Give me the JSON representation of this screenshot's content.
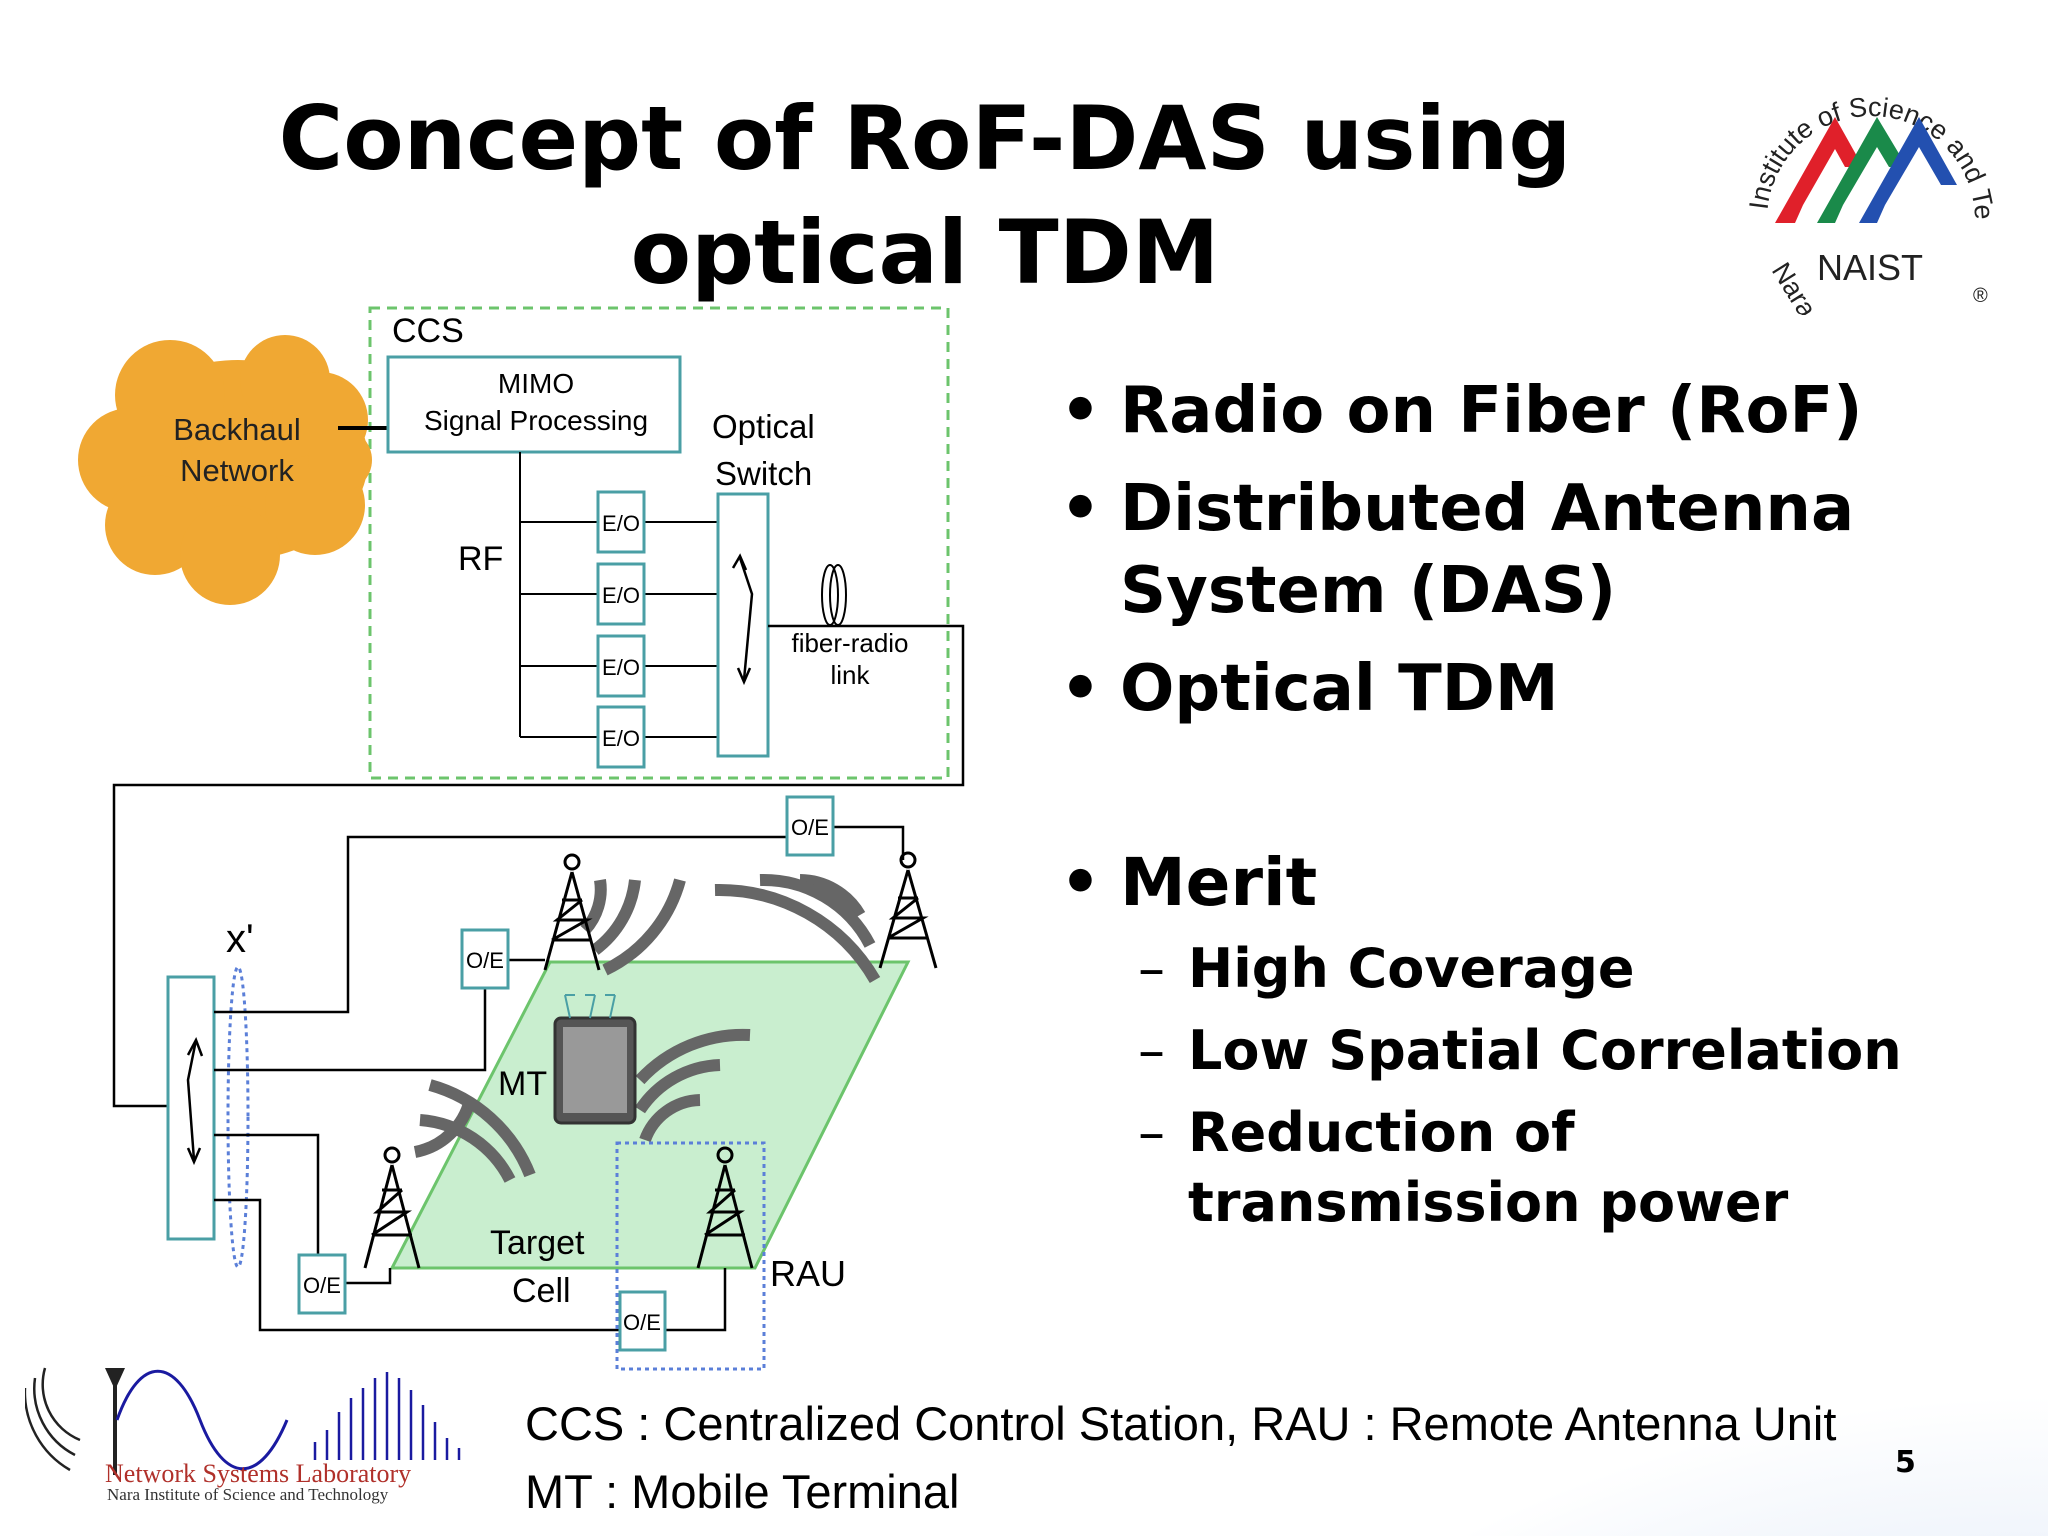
{
  "slide": {
    "title_line1": "Concept of RoF-DAS using",
    "title_line2": "optical TDM",
    "page_number": "5"
  },
  "bullets": [
    {
      "text": "Radio on Fiber (RoF)"
    },
    {
      "text": "Distributed Antenna"
    },
    {
      "text": "System (DAS)"
    },
    {
      "text": "Optical TDM"
    }
  ],
  "merit": {
    "heading": "Merit",
    "items": [
      "High Coverage",
      "Low Spatial Correlation",
      "Reduction of",
      "transmission power"
    ]
  },
  "footnote": {
    "line1": "CCS :  Centralized Control Station, RAU : Remote Antenna Unit",
    "line2": "MT : Mobile Terminal"
  },
  "diagram": {
    "ccs": "CCS",
    "backhaul_line1": "Backhaul",
    "backhaul_line2": "Network",
    "mimo_line1": "MIMO",
    "mimo_line2": "Signal Processing",
    "optical_switch_line1": "Optical",
    "optical_switch_line2": "Switch",
    "rf": "RF",
    "eo": "E/O",
    "oe": "O/E",
    "fiber_line1": "fiber-radio",
    "fiber_line2": "link",
    "x_prime": "x'",
    "mt": "MT",
    "target_line1": "Target",
    "target_line2": "Cell",
    "rau": "RAU"
  },
  "nara_logo": {
    "ring_text": "Institute of Science and Technology",
    "nara": "Nara",
    "naist": "NAIST",
    "registered": "®"
  },
  "lab_logo": {
    "line1": "Network Systems Laboratory",
    "line2": "Nara Institute of Science and Technology"
  },
  "colors": {
    "teal_box": "#4a9fa5",
    "ccs_border": "#6cc46c",
    "cloud": "#f0a833",
    "cell_fill": "#c9eecf",
    "wave": "#666666",
    "rau_border": "#5b7fd8",
    "logo_red": "#e0202a",
    "logo_green": "#1a8a4a",
    "logo_blue": "#2350b0"
  }
}
